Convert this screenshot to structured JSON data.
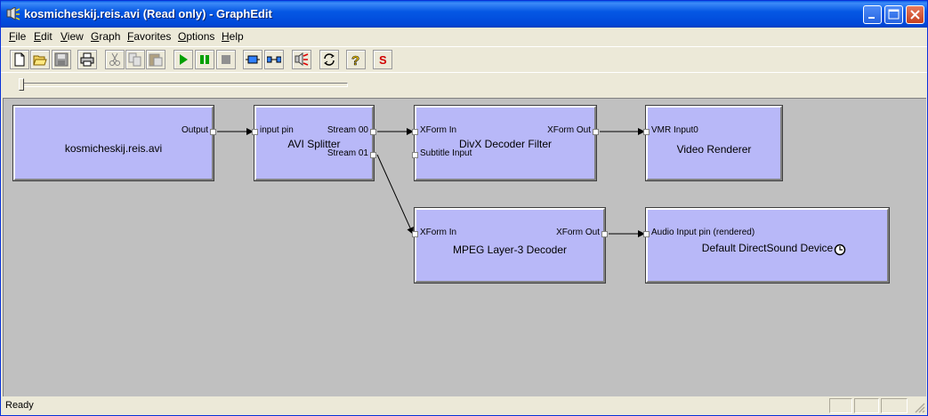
{
  "window": {
    "title": "kosmicheskij.reis.avi (Read only) - GraphEdit",
    "title_color": "#ffffff",
    "titlebar_color": "#0054e3"
  },
  "menu": [
    {
      "label": "File",
      "hot": "F",
      "rest": "ile"
    },
    {
      "label": "Edit",
      "hot": "E",
      "rest": "dit"
    },
    {
      "label": "View",
      "hot": "V",
      "rest": "iew"
    },
    {
      "label": "Graph",
      "hot": "G",
      "rest": "raph"
    },
    {
      "label": "Favorites",
      "hot": "F",
      "rest": "avorites"
    },
    {
      "label": "Options",
      "hot": "O",
      "rest": "ptions"
    },
    {
      "label": "Help",
      "hot": "H",
      "rest": "elp"
    }
  ],
  "toolbar": {
    "icons": [
      "new-icon",
      "open-icon",
      "save-icon",
      "print-icon",
      "cut-icon",
      "copy-icon",
      "paste-icon",
      "play-icon",
      "pause-icon",
      "stop-icon",
      "insert-filter-icon",
      "connect-icon",
      "graphedit-icon",
      "refresh-icon",
      "help-icon",
      "sync-icon"
    ],
    "sync_label": "S"
  },
  "seekbar": {
    "position": 0
  },
  "graph": {
    "canvas_color": "#c0c0c0",
    "filter_color": "#b8b8f8",
    "filters": {
      "source": {
        "name": "kosmicheskij.reis.avi",
        "pins": {
          "out": "Output"
        }
      },
      "splitter": {
        "name": "AVI Splitter",
        "pins": {
          "in": "input pin",
          "out0": "Stream 00",
          "out1": "Stream 01"
        }
      },
      "divx": {
        "name": "DivX Decoder Filter",
        "pins": {
          "in": "XForm In",
          "sub": "Subtitle Input",
          "out": "XForm Out"
        }
      },
      "renderer": {
        "name": "Video Renderer",
        "pins": {
          "in": "VMR Input0"
        }
      },
      "mp3": {
        "name": "MPEG Layer-3 Decoder",
        "pins": {
          "in": "XForm In",
          "out": "XForm Out"
        }
      },
      "sound": {
        "name": "Default DirectSound Device",
        "pins": {
          "in": "Audio Input pin (rendered)"
        },
        "icon": "clock-icon"
      }
    }
  },
  "status": {
    "text": "Ready"
  }
}
